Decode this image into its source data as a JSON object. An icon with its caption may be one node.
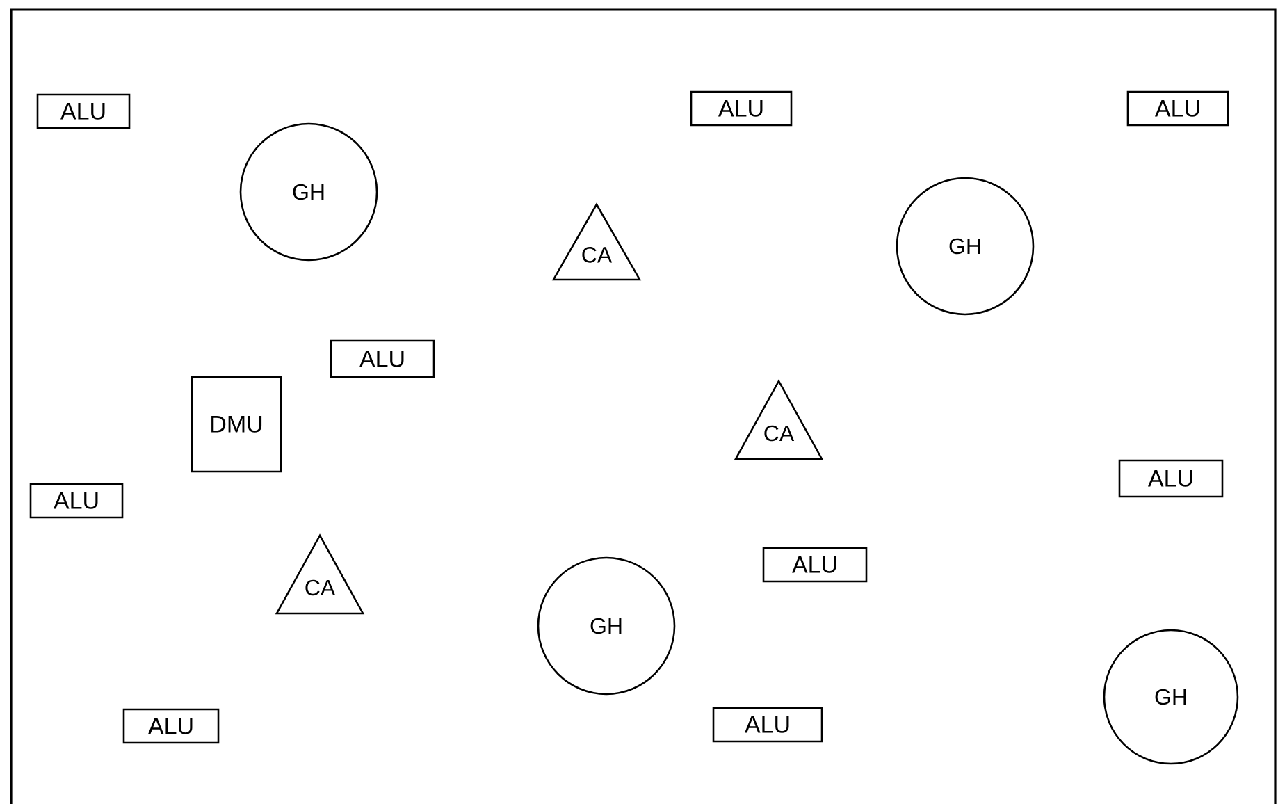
{
  "diagram": {
    "nodes": [
      {
        "text": [
          "ALU"
        ]
      },
      {
        "text": [
          "ALU"
        ]
      },
      {
        "text": [
          "ALU"
        ]
      },
      {
        "text": [
          "GH"
        ]
      },
      {
        "text": [
          "CA"
        ]
      },
      {
        "text": [
          "GH"
        ]
      },
      {
        "text": [
          "ALU"
        ]
      },
      {
        "text": [
          "DMU"
        ]
      },
      {
        "text": [
          "CA"
        ]
      },
      {
        "text": [
          "ALU"
        ]
      },
      {
        "text": [
          "ALU"
        ]
      },
      {
        "text": [
          "ALU"
        ]
      },
      {
        "text": [
          "CA"
        ]
      },
      {
        "text": [
          "GH"
        ]
      },
      {
        "text": [
          "GH"
        ]
      },
      {
        "text": [
          "ALU"
        ]
      },
      {
        "text": [
          "ALU"
        ]
      }
    ]
  }
}
